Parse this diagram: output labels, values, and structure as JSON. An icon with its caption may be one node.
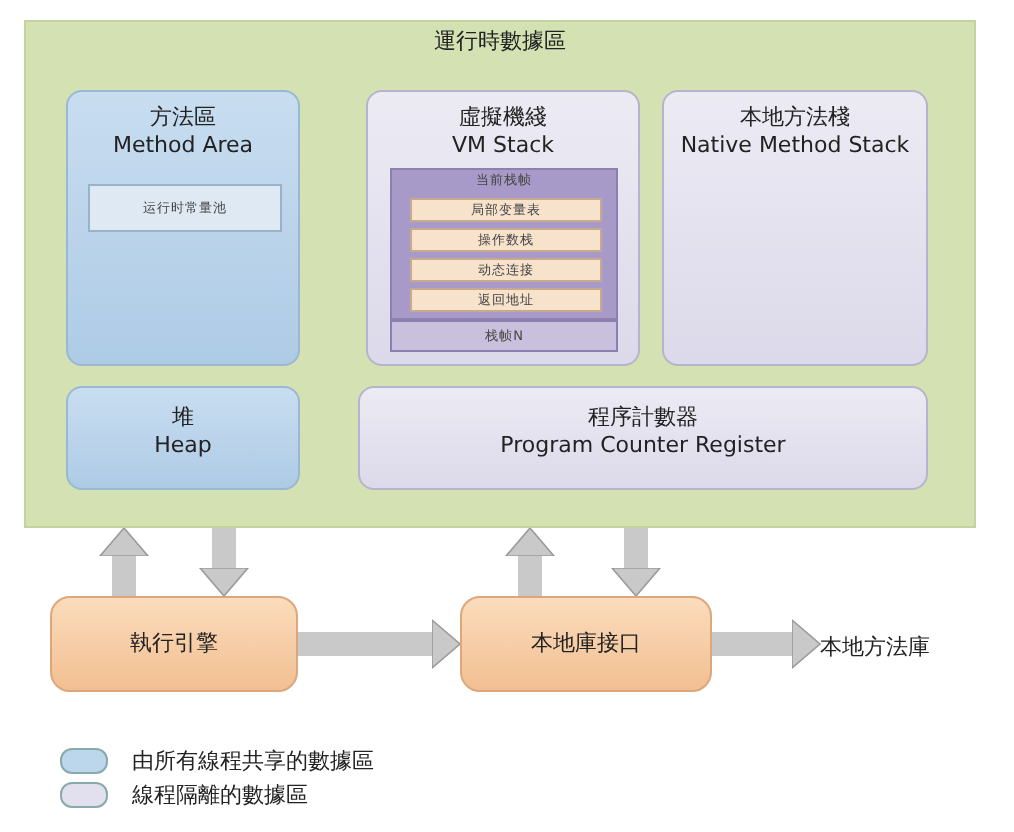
{
  "diagram": {
    "nodes": [
      {
        "text": [
          "運行時數據區"
        ]
      },
      {
        "text": [
          "方法區",
          "Method Area"
        ],
        "in": 0
      },
      {
        "text": [
          "运行时常量池"
        ],
        "in": 1
      },
      {
        "text": [
          "虛擬機綫",
          "VM Stack"
        ],
        "in": 0
      },
      {
        "text": [
          "当前栈帧"
        ],
        "in": 3
      },
      {
        "text": [
          "局部变量表"
        ],
        "in": 4
      },
      {
        "text": [
          "操作数栈"
        ],
        "in": 4
      },
      {
        "text": [
          "动态连接"
        ],
        "in": 4
      },
      {
        "text": [
          "返回地址"
        ],
        "in": 4
      },
      {
        "text": [
          "栈帧N"
        ],
        "in": 3
      },
      {
        "text": [
          "本地方法棧",
          "Native Method Stack"
        ],
        "in": 0
      },
      {
        "text": [
          "堆",
          "Heap"
        ],
        "in": 0
      },
      {
        "text": [
          "程序計數器",
          "Program Counter Register"
        ],
        "in": 0
      },
      {
        "text": [
          "執行引擎"
        ]
      },
      {
        "text": [
          "本地庫接口"
        ]
      },
      {
        "text": [
          "本地方法庫"
        ]
      }
    ],
    "edges": [
      {
        "from": 13,
        "to": 0,
        "arrow": "to"
      },
      {
        "from": 0,
        "to": 13,
        "arrow": "to"
      },
      {
        "from": 14,
        "to": 0,
        "arrow": "to"
      },
      {
        "from": 0,
        "to": 14,
        "arrow": "to"
      },
      {
        "from": 13,
        "to": 14,
        "arrow": "to"
      },
      {
        "from": 14,
        "to": 15,
        "arrow": "to"
      }
    ],
    "legend": [
      {
        "text": "由所有線程共享的數據區",
        "color": "#bcd6ec"
      },
      {
        "text": "線程隔離的數據區",
        "color": "#e2e0ee"
      }
    ]
  }
}
